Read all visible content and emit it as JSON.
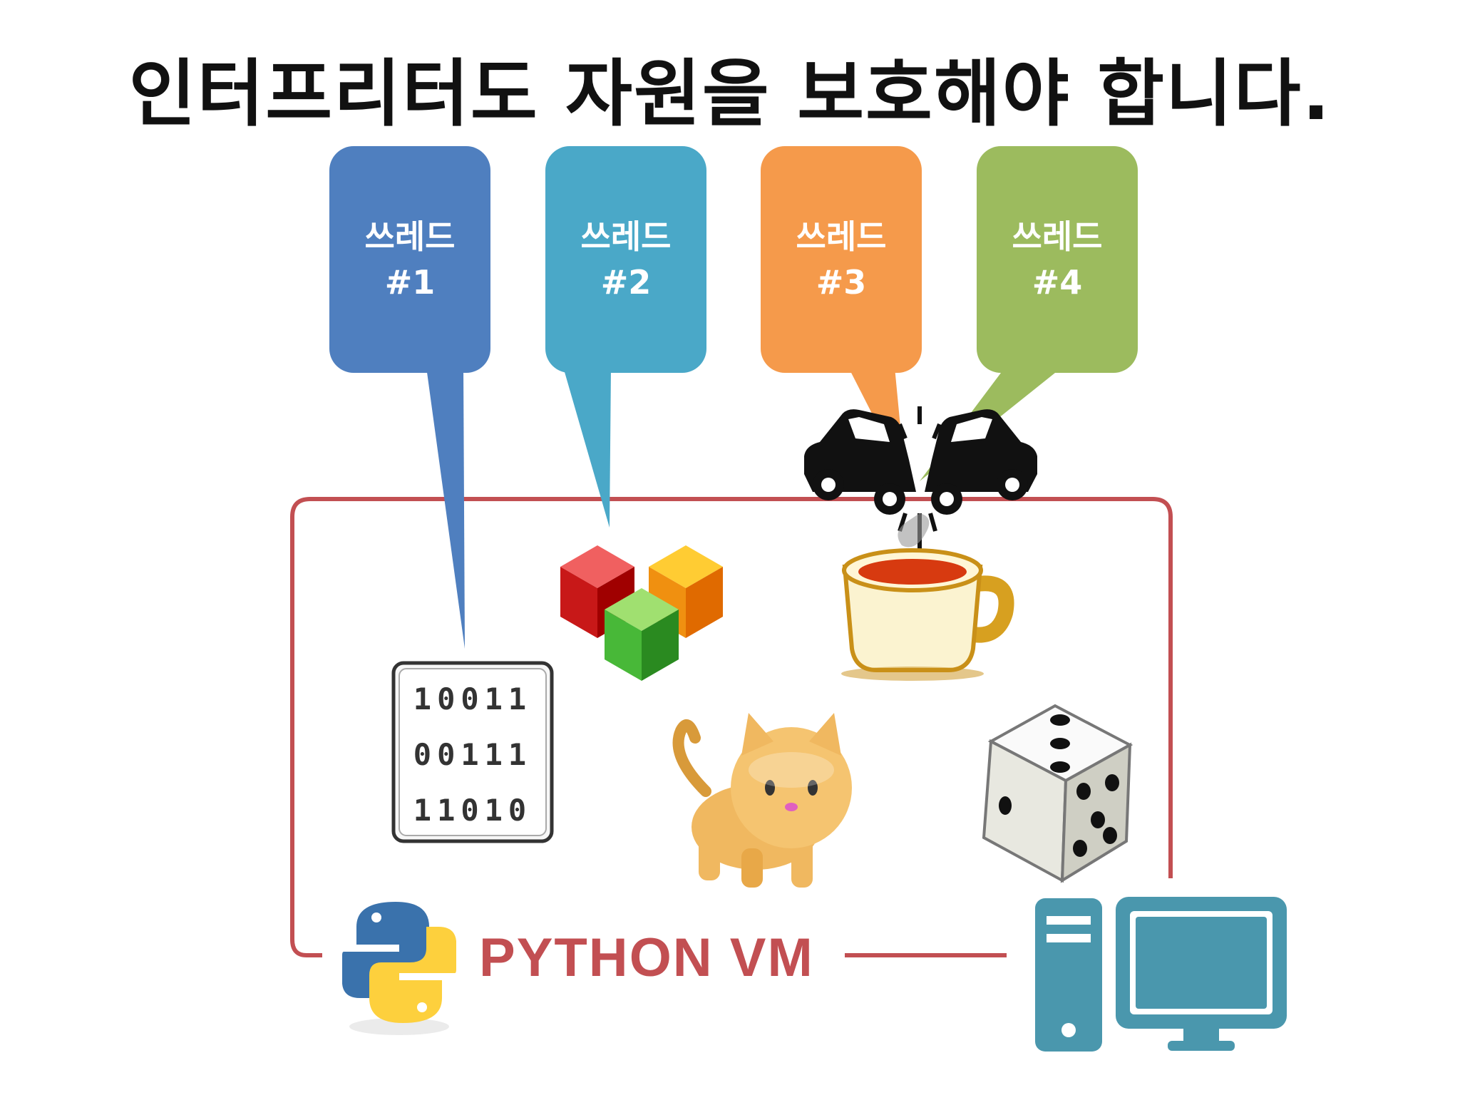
{
  "title": "인터프리터도 자원을 보호해야 합니다.",
  "threads": [
    {
      "label": "쓰레드",
      "num": "#1",
      "color": "#4f7fbf"
    },
    {
      "label": "쓰레드",
      "num": "#2",
      "color": "#4aa8c8"
    },
    {
      "label": "쓰레드",
      "num": "#3",
      "color": "#f59a4b"
    },
    {
      "label": "쓰레드",
      "num": "#4",
      "color": "#9cbb5e"
    }
  ],
  "binary_lines": [
    "10011",
    "00111",
    "11010"
  ],
  "vm_label": "PYTHON VM",
  "colors": {
    "vm_border": "#c24f52",
    "computer": "#4a97ad"
  },
  "icons": [
    "binary-data-icon",
    "blocks-icon",
    "tea-cup-icon",
    "cat-icon",
    "dice-icon",
    "python-logo-icon",
    "computer-icon",
    "car-crash-icon"
  ]
}
